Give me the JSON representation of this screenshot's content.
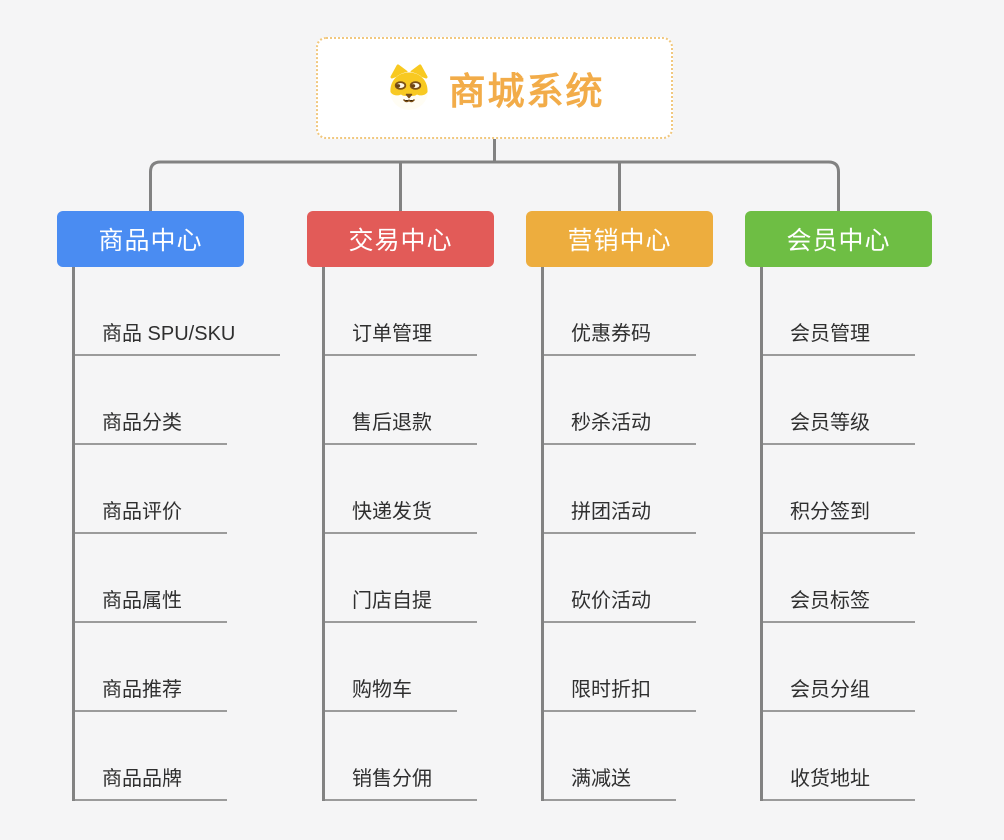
{
  "root": {
    "title": "商城系统",
    "icon": "shiba-dog-icon",
    "border_color": "#F1C87F",
    "title_color": "#F2AC49",
    "background": "#FFFFFF"
  },
  "connector_color": "#828282",
  "page_background": "#F5F5F6",
  "branches": [
    {
      "label": "商品中心",
      "color": "#4A8CF2",
      "children": [
        "商品 SPU/SKU",
        "商品分类",
        "商品评价",
        "商品属性",
        "商品推荐",
        "商品品牌"
      ]
    },
    {
      "label": "交易中心",
      "color": "#E25B58",
      "children": [
        "订单管理",
        "售后退款",
        "快递发货",
        "门店自提",
        "购物车",
        "销售分佣"
      ]
    },
    {
      "label": "营销中心",
      "color": "#EDAD3E",
      "children": [
        "优惠券码",
        "秒杀活动",
        "拼团活动",
        "砍价活动",
        "限时折扣",
        "满减送"
      ]
    },
    {
      "label": "会员中心",
      "color": "#6EBE44",
      "children": [
        "会员管理",
        "会员等级",
        "积分签到",
        "会员标签",
        "会员分组",
        "收货地址"
      ]
    }
  ]
}
